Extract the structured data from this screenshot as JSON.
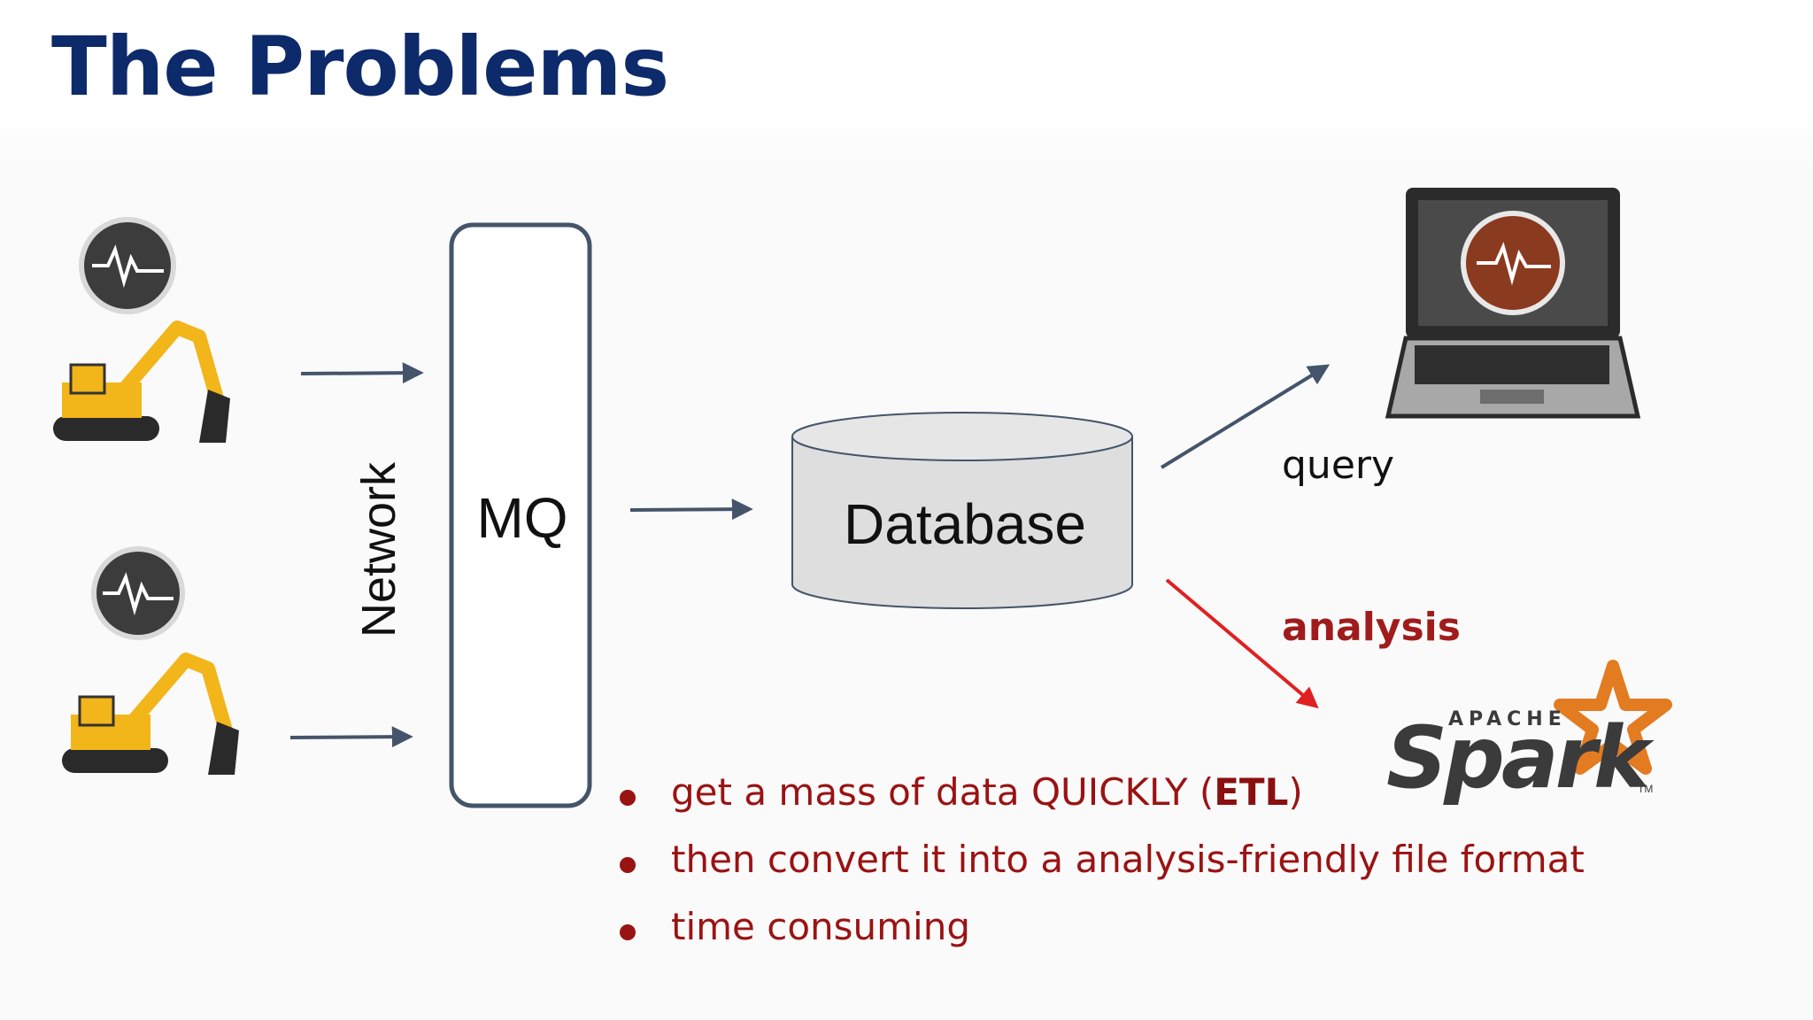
{
  "title": "The Problems",
  "diagram": {
    "network_label": "Network",
    "mq_label": "MQ",
    "database_label": "Database",
    "query_label": "query",
    "analysis_label": "analysis",
    "spark_logo": {
      "apache": "APACHE",
      "spark": "Spark",
      "tm": "TM"
    }
  },
  "bullets": [
    {
      "pre": "get a mass of data QUICKLY (",
      "bold": "ETL",
      "post": ")"
    },
    {
      "pre": "then convert it into a analysis-friendly file format",
      "bold": "",
      "post": ""
    },
    {
      "pre": "time consuming",
      "bold": "",
      "post": ""
    }
  ],
  "colors": {
    "title": "#0d2a6b",
    "arrow": "#44546a",
    "analysis_arrow": "#e02020",
    "bullet_text": "#9a1313",
    "excavator": "#f2b51a"
  },
  "icons": [
    "heartbeat-monitor-icon",
    "excavator-icon",
    "laptop-icon",
    "spark-logo"
  ]
}
